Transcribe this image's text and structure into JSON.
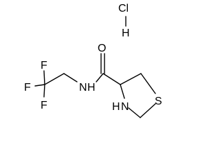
{
  "molecule": {
    "atoms": {
      "hcl_cl": "Cl",
      "hcl_h": "H",
      "carbonyl_o": "O",
      "amide_n": "N",
      "amide_h": "H",
      "ring_n": "N",
      "ring_nh_h": "H",
      "ring_s": "S",
      "fluorine_top": "F",
      "fluorine_left": "F",
      "fluorine_bottom": "F"
    }
  }
}
